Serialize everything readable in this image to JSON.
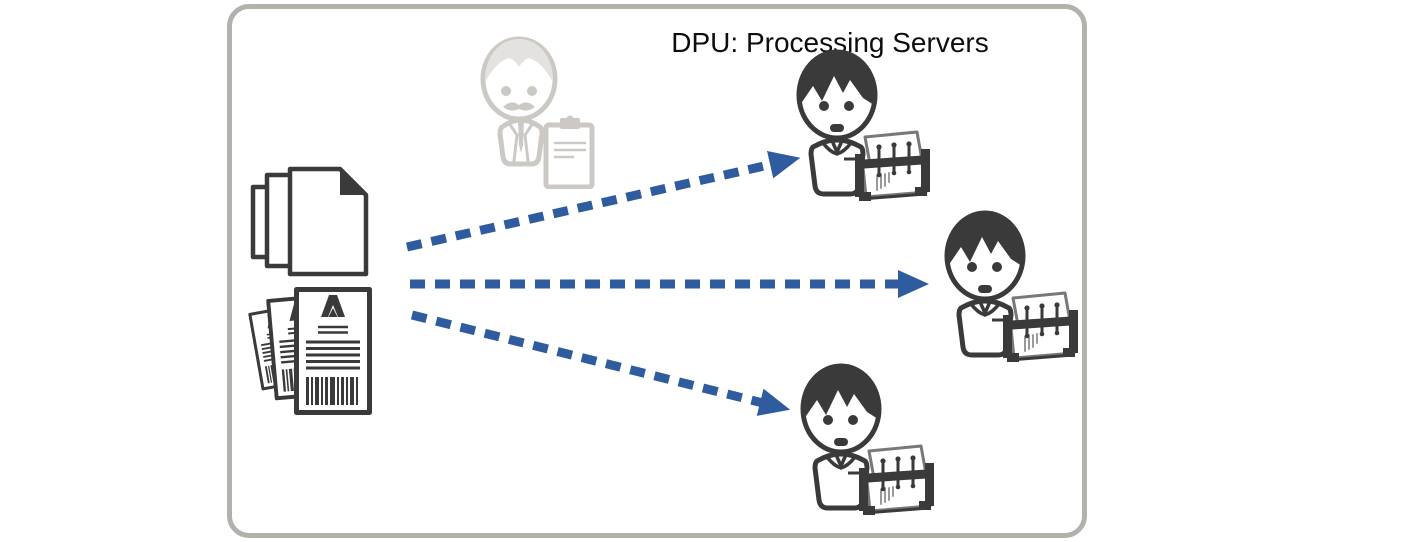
{
  "diagram": {
    "title": "DPU: Processing Servers"
  },
  "colors": {
    "canvas_bg": "#FFFFFF",
    "frame_border": "#B2B1AC",
    "title_text": "#0D0D0D",
    "arrow": "#2E5C9E",
    "icon_dark": "#3A3A3A",
    "printer_gray": "#787878",
    "icon_faded": "#CCC9C4",
    "icon_faded_light": "#E4E2DE"
  },
  "nodes": {
    "document_stack": {
      "icon": "document-stack-icon"
    },
    "barcode_documents": {
      "icon": "barcode-document-stack-icon"
    },
    "operator": {
      "icon": "person-clipboard-icon",
      "state": "faded"
    },
    "servers": [
      {
        "icon": "person-printer-icon",
        "position": "top"
      },
      {
        "icon": "person-printer-icon",
        "position": "middle"
      },
      {
        "icon": "person-printer-icon",
        "position": "bottom"
      }
    ]
  },
  "arrows": [
    {
      "style": "dashed",
      "to": "server-top"
    },
    {
      "style": "dashed",
      "to": "server-middle"
    },
    {
      "style": "dashed",
      "to": "server-bottom"
    }
  ]
}
